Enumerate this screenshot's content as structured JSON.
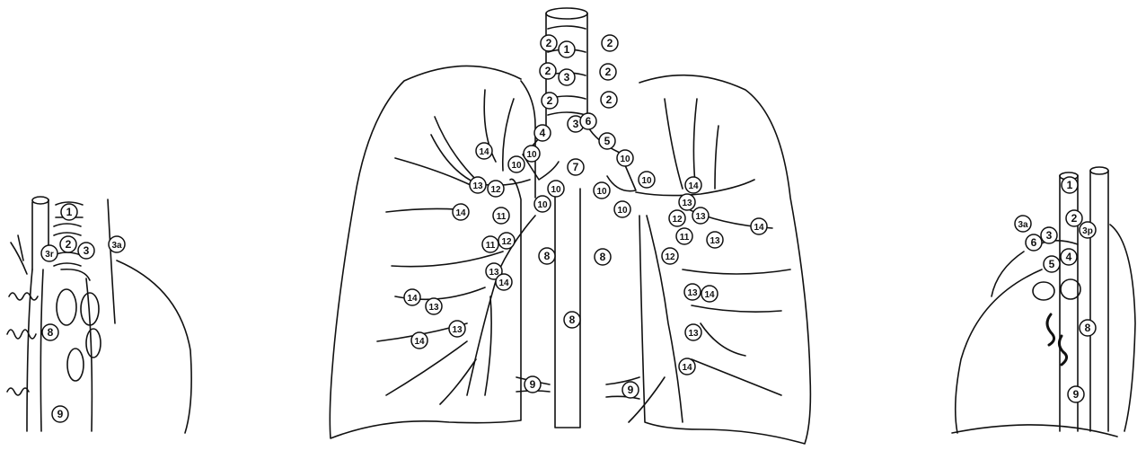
{
  "colors": {
    "ink": "#111111",
    "paper": "#ffffff"
  },
  "views": {
    "left_lateral": {
      "stations": [
        {
          "id": "l1",
          "label": "1"
        },
        {
          "id": "l2",
          "label": "2"
        },
        {
          "id": "l3",
          "label": "3"
        },
        {
          "id": "l3r",
          "label": "3r"
        },
        {
          "id": "l3a",
          "label": "3a"
        },
        {
          "id": "l8",
          "label": "8"
        },
        {
          "id": "l9",
          "label": "9"
        }
      ]
    },
    "frontal": {
      "stations": [
        {
          "id": "f2a",
          "label": "2"
        },
        {
          "id": "f1",
          "label": "1"
        },
        {
          "id": "f2b",
          "label": "2"
        },
        {
          "id": "f2c",
          "label": "2"
        },
        {
          "id": "f3a",
          "label": "3"
        },
        {
          "id": "f2d",
          "label": "2"
        },
        {
          "id": "f2e",
          "label": "2"
        },
        {
          "id": "f2f",
          "label": "2"
        },
        {
          "id": "f3b",
          "label": "3"
        },
        {
          "id": "f6",
          "label": "6"
        },
        {
          "id": "f4",
          "label": "4"
        },
        {
          "id": "f5",
          "label": "5"
        },
        {
          "id": "f10a",
          "label": "10"
        },
        {
          "id": "f10b",
          "label": "10"
        },
        {
          "id": "f7",
          "label": "7"
        },
        {
          "id": "f10c",
          "label": "10"
        },
        {
          "id": "f10d",
          "label": "10"
        },
        {
          "id": "f10e",
          "label": "10"
        },
        {
          "id": "f10f",
          "label": "10"
        },
        {
          "id": "f10g",
          "label": "10"
        },
        {
          "id": "f10h",
          "label": "10"
        },
        {
          "id": "f14a",
          "label": "14"
        },
        {
          "id": "f13a",
          "label": "13"
        },
        {
          "id": "f12a",
          "label": "12"
        },
        {
          "id": "f14b",
          "label": "14"
        },
        {
          "id": "f11a",
          "label": "11"
        },
        {
          "id": "f11b",
          "label": "11"
        },
        {
          "id": "f12b",
          "label": "12"
        },
        {
          "id": "f13b",
          "label": "13"
        },
        {
          "id": "f14c",
          "label": "14"
        },
        {
          "id": "f14d",
          "label": "14"
        },
        {
          "id": "f13c",
          "label": "13"
        },
        {
          "id": "f14e",
          "label": "14"
        },
        {
          "id": "f13d",
          "label": "13"
        },
        {
          "id": "f8a",
          "label": "8"
        },
        {
          "id": "f8b",
          "label": "8"
        },
        {
          "id": "f8c",
          "label": "8"
        },
        {
          "id": "f9a",
          "label": "9"
        },
        {
          "id": "f9b",
          "label": "9"
        },
        {
          "id": "f14f",
          "label": "14"
        },
        {
          "id": "f13e",
          "label": "13"
        },
        {
          "id": "f13f",
          "label": "13"
        },
        {
          "id": "f12c",
          "label": "12"
        },
        {
          "id": "f14g",
          "label": "14"
        },
        {
          "id": "f11c",
          "label": "11"
        },
        {
          "id": "f13g",
          "label": "13"
        },
        {
          "id": "f12d",
          "label": "12"
        },
        {
          "id": "f13h",
          "label": "13"
        },
        {
          "id": "f14h",
          "label": "14"
        },
        {
          "id": "f13i",
          "label": "13"
        },
        {
          "id": "f14i",
          "label": "14"
        }
      ]
    },
    "right_lateral": {
      "stations": [
        {
          "id": "r1",
          "label": "1"
        },
        {
          "id": "r2",
          "label": "2"
        },
        {
          "id": "r3",
          "label": "3"
        },
        {
          "id": "r3p",
          "label": "3p"
        },
        {
          "id": "r3a",
          "label": "3a"
        },
        {
          "id": "r6",
          "label": "6"
        },
        {
          "id": "r5",
          "label": "5"
        },
        {
          "id": "r4",
          "label": "4"
        },
        {
          "id": "r8",
          "label": "8"
        },
        {
          "id": "r9",
          "label": "9"
        }
      ]
    }
  }
}
